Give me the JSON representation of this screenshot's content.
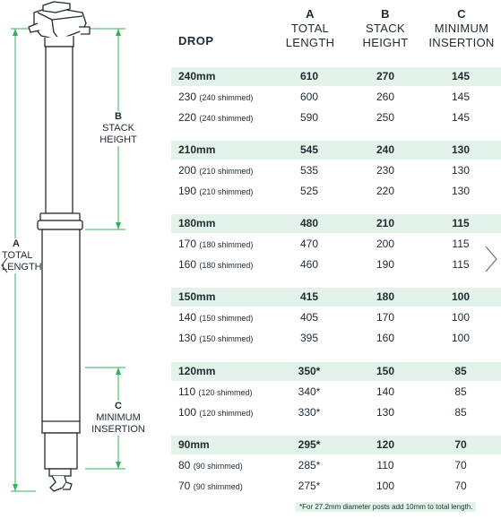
{
  "diagram": {
    "a_letter": "A",
    "a_text_1": "TOTAL",
    "a_text_2": "LENGTH",
    "b_letter": "B",
    "b_text_1": "STACK",
    "b_text_2": "HEIGHT",
    "c_letter": "C",
    "c_text_1": "MINIMUM",
    "c_text_2": "INSERTION",
    "line_color": "#2db45a"
  },
  "table": {
    "drop_header": "DROP",
    "columns": [
      {
        "letter": "A",
        "line1": "TOTAL",
        "line2": "LENGTH"
      },
      {
        "letter": "B",
        "line1": "STACK",
        "line2": "HEIGHT"
      },
      {
        "letter": "C",
        "line1": "MINIMUM",
        "line2": "INSERTION"
      }
    ],
    "groups": [
      {
        "rows": [
          {
            "drop": "240mm",
            "shim": "",
            "a": "610",
            "b": "270",
            "c": "145"
          },
          {
            "drop": "230",
            "shim": "(240 shimmed)",
            "a": "600",
            "b": "260",
            "c": "145"
          },
          {
            "drop": "220",
            "shim": "(240 shimmed)",
            "a": "590",
            "b": "250",
            "c": "145"
          }
        ]
      },
      {
        "rows": [
          {
            "drop": "210mm",
            "shim": "",
            "a": "545",
            "b": "240",
            "c": "130"
          },
          {
            "drop": "200",
            "shim": "(210 shimmed)",
            "a": "535",
            "b": "230",
            "c": "130"
          },
          {
            "drop": "190",
            "shim": "(210 shimmed)",
            "a": "525",
            "b": "220",
            "c": "130"
          }
        ]
      },
      {
        "rows": [
          {
            "drop": "180mm",
            "shim": "",
            "a": "480",
            "b": "210",
            "c": "115"
          },
          {
            "drop": "170",
            "shim": "(180 shimmed)",
            "a": "470",
            "b": "200",
            "c": "115"
          },
          {
            "drop": "160",
            "shim": "(180 shimmed)",
            "a": "460",
            "b": "190",
            "c": "115"
          }
        ]
      },
      {
        "rows": [
          {
            "drop": "150mm",
            "shim": "",
            "a": "415",
            "b": "180",
            "c": "100"
          },
          {
            "drop": "140",
            "shim": "(150 shimmed)",
            "a": "405",
            "b": "170",
            "c": "100"
          },
          {
            "drop": "130",
            "shim": "(150 shimmed)",
            "a": "395",
            "b": "160",
            "c": "100"
          }
        ]
      },
      {
        "rows": [
          {
            "drop": "120mm",
            "shim": "",
            "a": "350*",
            "b": "150",
            "c": "85"
          },
          {
            "drop": "110",
            "shim": "(120 shimmed)",
            "a": "340*",
            "b": "140",
            "c": "85"
          },
          {
            "drop": "100",
            "shim": "(120 shimmed)",
            "a": "330*",
            "b": "130",
            "c": "85"
          }
        ]
      },
      {
        "rows": [
          {
            "drop": "90mm",
            "shim": "",
            "a": "295*",
            "b": "120",
            "c": "70"
          },
          {
            "drop": "80",
            "shim": "(90 shimmed)",
            "a": "285*",
            "b": "110",
            "c": "70"
          },
          {
            "drop": "70",
            "shim": "(90 shimmed)",
            "a": "275*",
            "b": "100",
            "c": "70"
          }
        ]
      }
    ],
    "footnote": "*For 27.2mm diameter posts add 10mm to total length.",
    "band_color": "#e3f3e9"
  },
  "nav": {
    "prev_icon": "chevron-left-icon",
    "next_icon": "chevron-right-icon"
  }
}
